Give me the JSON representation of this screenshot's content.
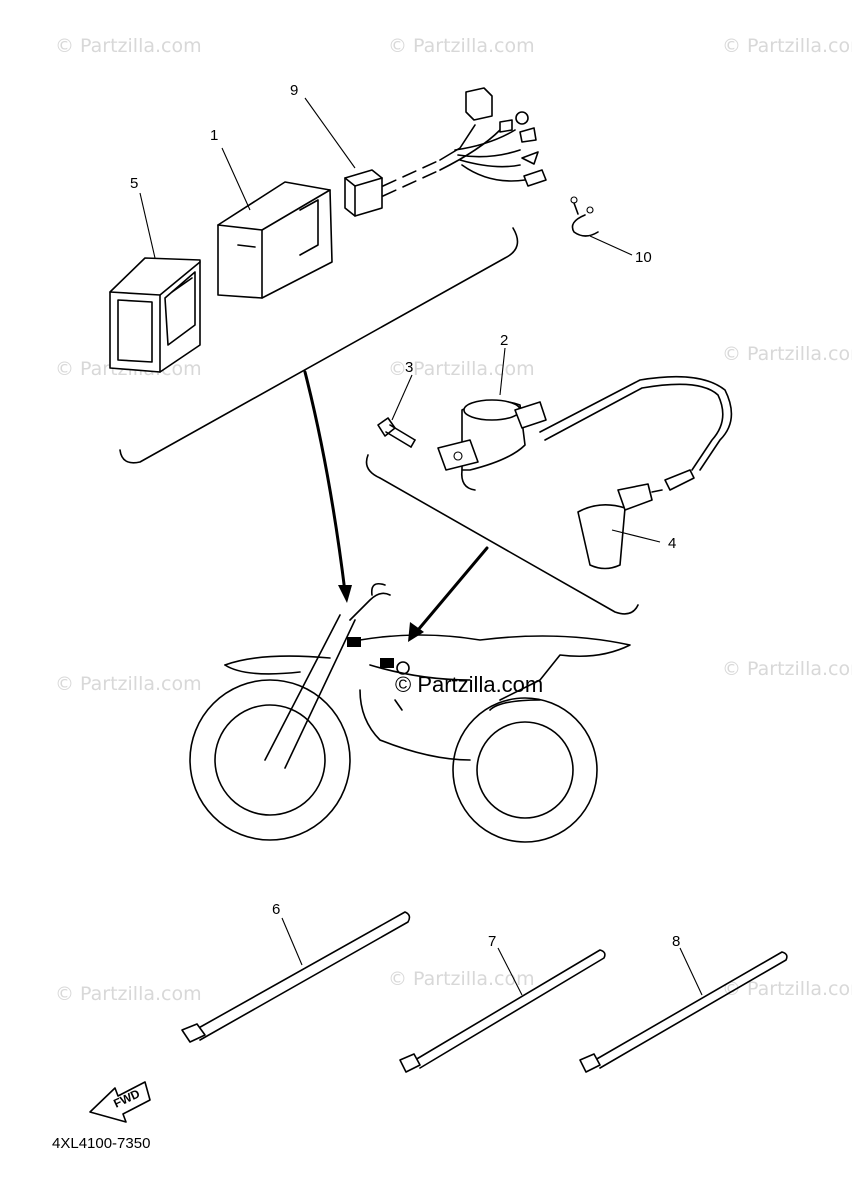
{
  "watermarks": [
    "© Partzilla.com",
    "© Partzilla.com",
    "© Partzilla.com",
    "© Partzilla.com",
    "© Partzilla.com",
    "© Partzilla.com",
    "© Partzilla.com",
    "© Partzilla.com",
    "© Partzilla.com",
    "© Partzilla.com",
    "© Partzilla.com"
  ],
  "center_watermark": "© Partzilla.com",
  "callouts": [
    "1",
    "2",
    "3",
    "4",
    "5",
    "6",
    "7",
    "8",
    "9",
    "10"
  ],
  "fwd_label": "FWD",
  "part_number": "4XL4100-7350"
}
